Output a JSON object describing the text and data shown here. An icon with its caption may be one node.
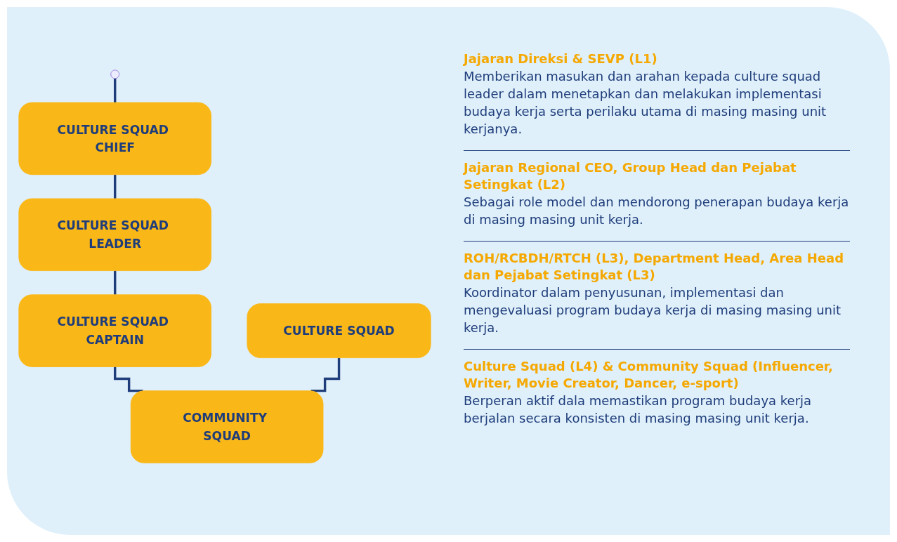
{
  "diagram": {
    "nodes": [
      {
        "text": [
          "CULTURE SQUAD CHIEF"
        ]
      },
      {
        "text": [
          "CULTURE SQUAD LEADER"
        ]
      },
      {
        "text": [
          "CULTURE SQUAD CAPTAIN"
        ]
      },
      {
        "text": [
          "CULTURE SQUAD"
        ]
      },
      {
        "text": [
          "COMMUNITY SQUAD"
        ]
      },
      {
        "text": [],
        "shape": "circle"
      }
    ],
    "edges": [
      {
        "from": 5,
        "to": 0,
        "arrow": "none"
      },
      {
        "from": 0,
        "to": 1,
        "arrow": "none"
      },
      {
        "from": 1,
        "to": 2,
        "arrow": "none"
      },
      {
        "from": 2,
        "to": 4,
        "arrow": "none"
      },
      {
        "from": 3,
        "to": 4,
        "arrow": "none"
      }
    ],
    "labels": [
      "Jajaran Direksi & SEVP (L1)",
      "Memberikan masukan dan arahan kepada culture squad leader dalam menetapkan dan melakukan implementasi budaya kerja serta perilaku utama di masing masing unit kerjanya.",
      "Jajaran Regional CEO, Group Head dan Pejabat Setingkat (L2)",
      "Sebagai role model dan mendorong penerapan budaya kerja di masing masing unit kerja.",
      "ROH/RCBDH/RTCH (L3), Department Head, Area Head dan Pejabat Setingkat (L3)",
      "Koordinator dalam penyusunan, implementasi dan mengevaluasi program budaya kerja di masing masing unit kerja.",
      "Culture Squad (L4) & Community Squad (Influencer, Writer, Movie Creator, Dancer, e-sport)",
      "Berperan aktif dala memastikan program budaya kerja berjalan secara konsisten di masing masing unit kerja."
    ]
  }
}
